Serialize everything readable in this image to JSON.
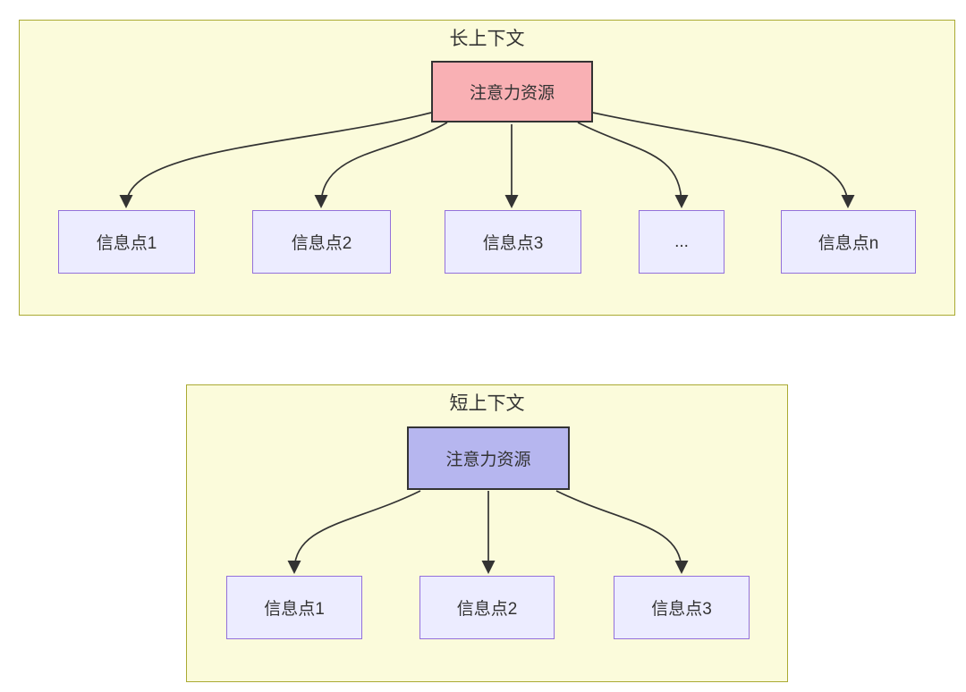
{
  "diagram": {
    "type": "flowchart-comparison",
    "text_color": "#333333",
    "edge_color": "#333333",
    "node_fill": "#ececff",
    "node_stroke": "#9370db",
    "cluster_fill": "#fbfbdb",
    "cluster_stroke": "#aaaa33",
    "clusters": [
      {
        "title": "长上下文",
        "hub": {
          "label": "注意力资源",
          "fill": "#f9b0b4",
          "stroke": "#333333"
        },
        "children": [
          {
            "label": "信息点1"
          },
          {
            "label": "信息点2"
          },
          {
            "label": "信息点3"
          },
          {
            "label": "..."
          },
          {
            "label": "信息点n"
          }
        ]
      },
      {
        "title": "短上下文",
        "hub": {
          "label": "注意力资源",
          "fill": "#b6b6ef",
          "stroke": "#333333"
        },
        "children": [
          {
            "label": "信息点1"
          },
          {
            "label": "信息点2"
          },
          {
            "label": "信息点3"
          }
        ]
      }
    ]
  }
}
